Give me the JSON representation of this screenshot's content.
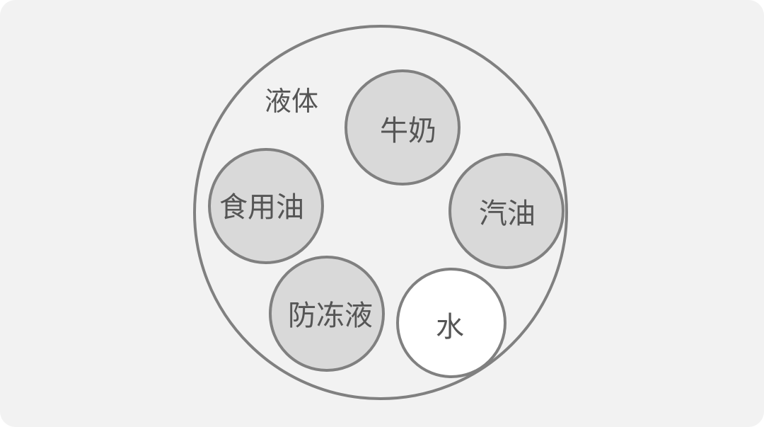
{
  "diagram": {
    "container_label": "液体",
    "colors": {
      "background": "#f2f2f2",
      "stroke": "#808080",
      "filled": "#d9d9d9",
      "unfilled": "#ffffff",
      "text": "#555555"
    },
    "items": [
      {
        "label": "牛奶",
        "filled": true
      },
      {
        "label": "食用油",
        "filled": true
      },
      {
        "label": "汽油",
        "filled": true
      },
      {
        "label": "防冻液",
        "filled": true
      },
      {
        "label": "水",
        "filled": false
      }
    ]
  }
}
